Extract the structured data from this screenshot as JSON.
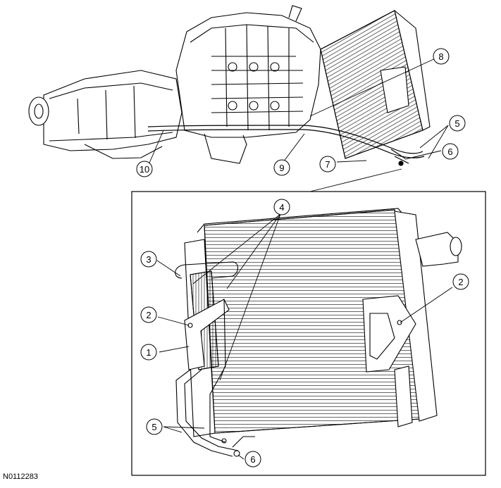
{
  "figure_id": "N0112283",
  "callouts": {
    "top_8": "8",
    "top_5": "5",
    "top_6": "6",
    "top_7": "7",
    "top_9": "9",
    "top_10": "10",
    "detail_4": "4",
    "detail_3": "3",
    "detail_2_left": "2",
    "detail_2_right": "2",
    "detail_1": "1",
    "detail_5": "5",
    "detail_6": "6"
  },
  "colors": {
    "line": "#000000",
    "background": "#ffffff"
  }
}
